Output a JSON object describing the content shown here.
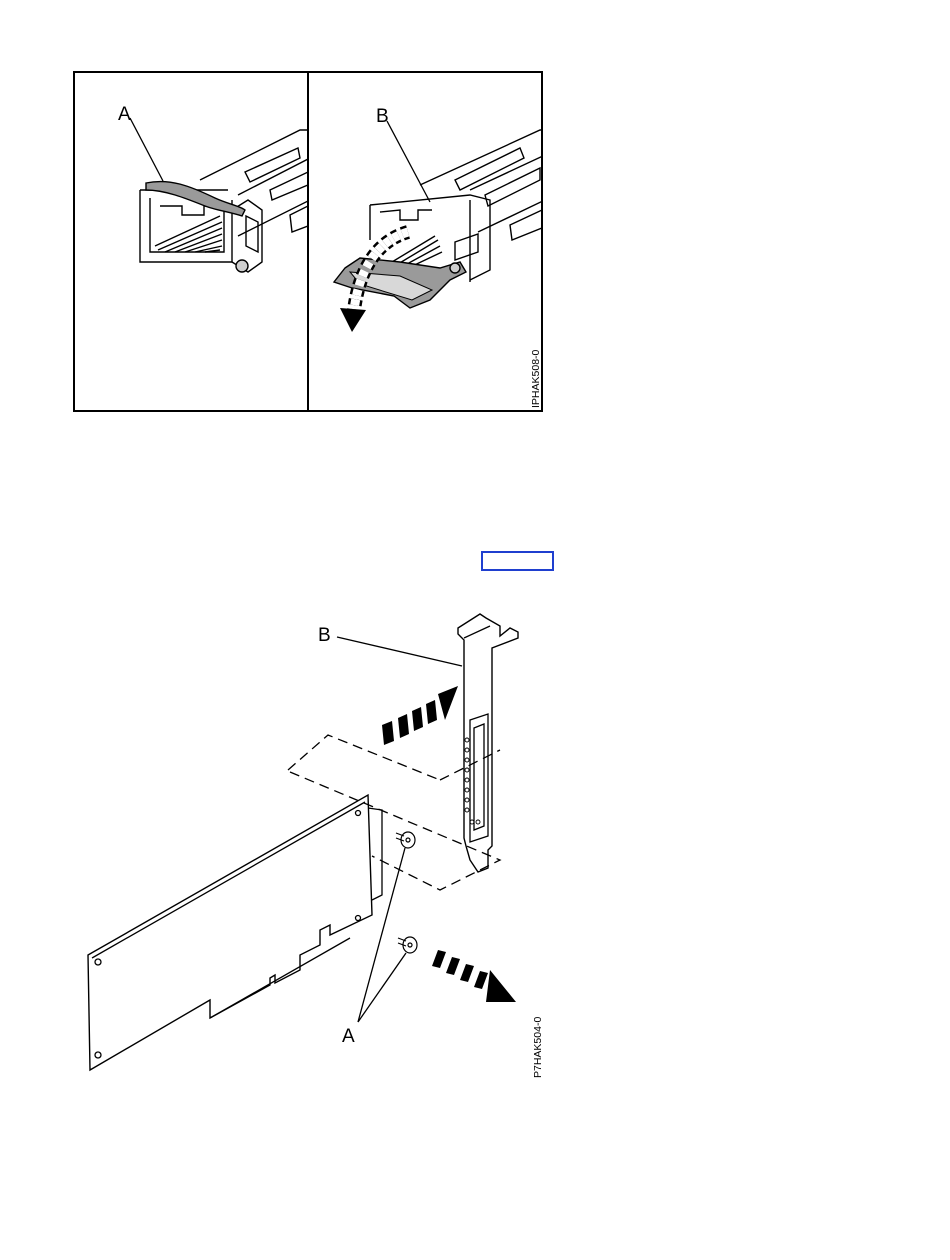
{
  "figure1": {
    "left_label": "A",
    "right_label": "B",
    "code": "IPHAK508-0"
  },
  "link": {
    "text": ""
  },
  "figure2": {
    "bracket_label": "B",
    "screw_label": "A",
    "code": "P7HAK504-0"
  },
  "colors": {
    "ink": "#000000",
    "latch_gray": "#9a9a9a",
    "link_border": "#1f3fcf"
  }
}
